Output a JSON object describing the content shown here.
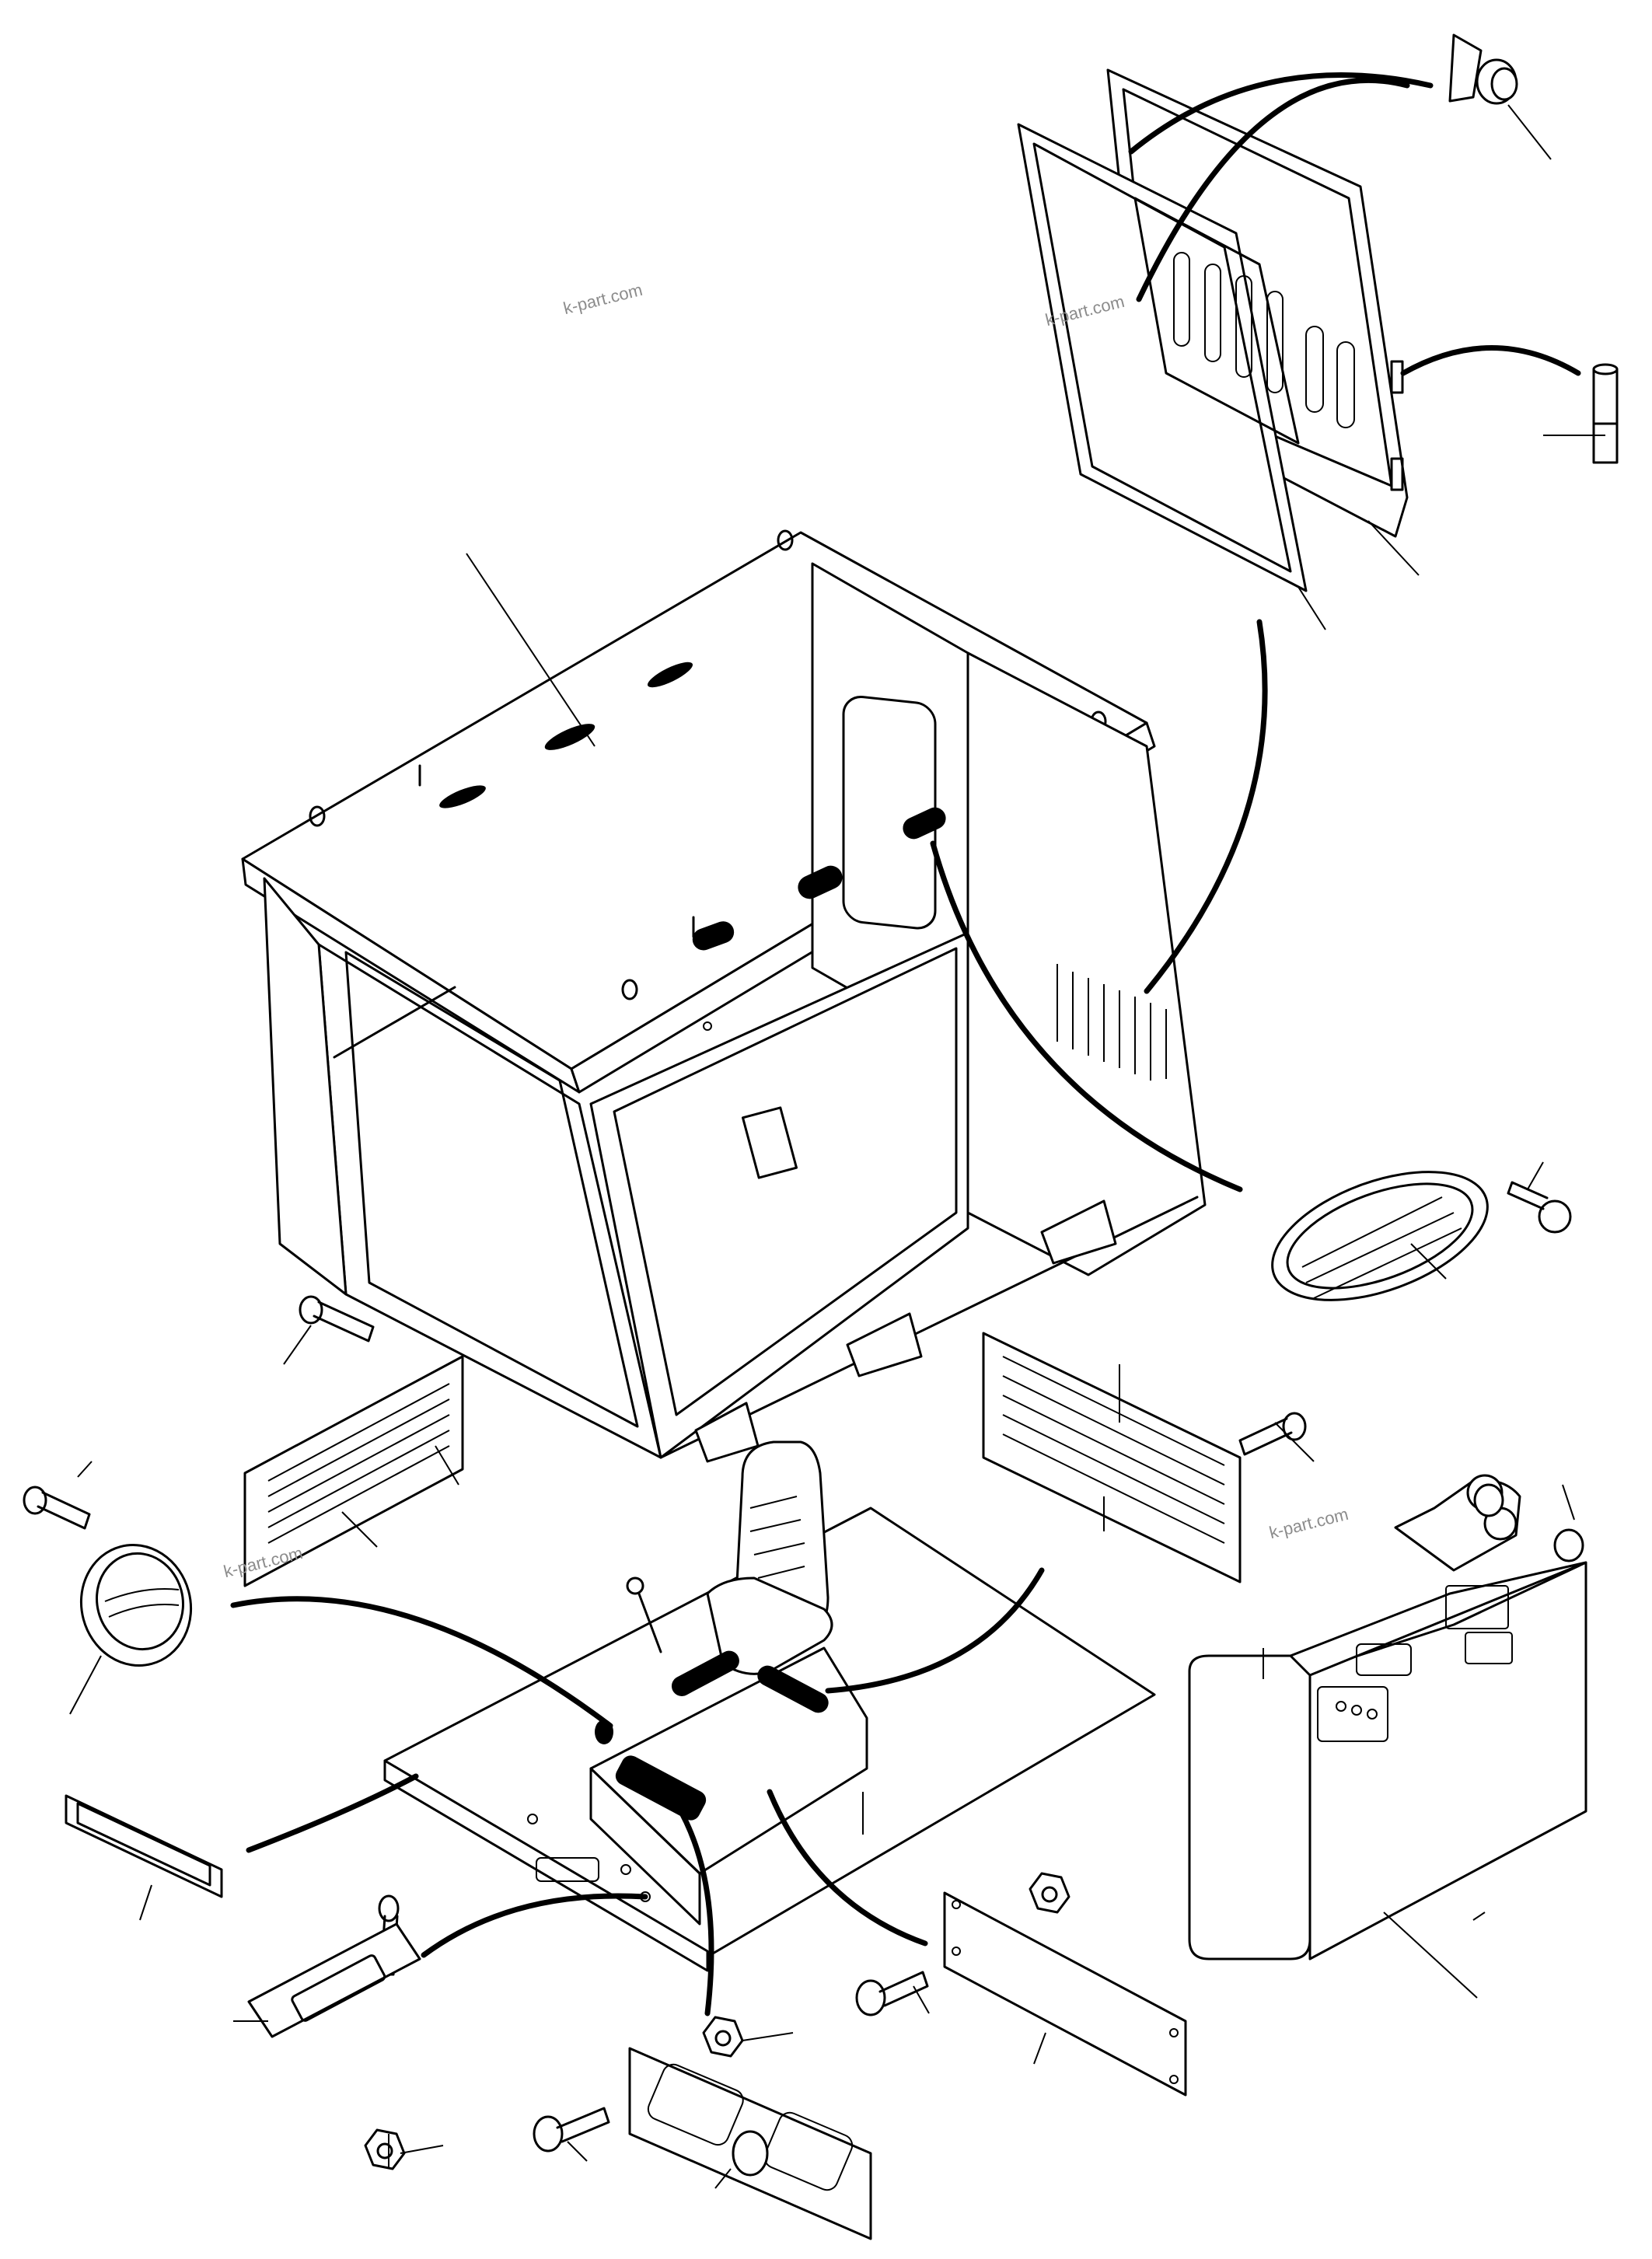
{
  "watermarks": [
    {
      "text": "k-part.com"
    },
    {
      "text": "k-part.com"
    },
    {
      "text": "k-part.com"
    },
    {
      "text": "k-part.com"
    }
  ],
  "colors": {
    "line": "#000000",
    "background": "#ffffff",
    "watermark": "#8c8c8c"
  },
  "parts": [
    "cab-shell",
    "rear-door-frame",
    "rear-door-panel",
    "door-latch-handle",
    "hinge-pin",
    "oval-vent-grille",
    "tapping-screw",
    "side-grille-left",
    "side-grille-right",
    "flange-bolt",
    "round-vent-cap",
    "slot-cover",
    "floor-plate",
    "operator-seat",
    "right-console",
    "front-console",
    "switch-panel",
    "cover-plate",
    "hex-nut"
  ]
}
